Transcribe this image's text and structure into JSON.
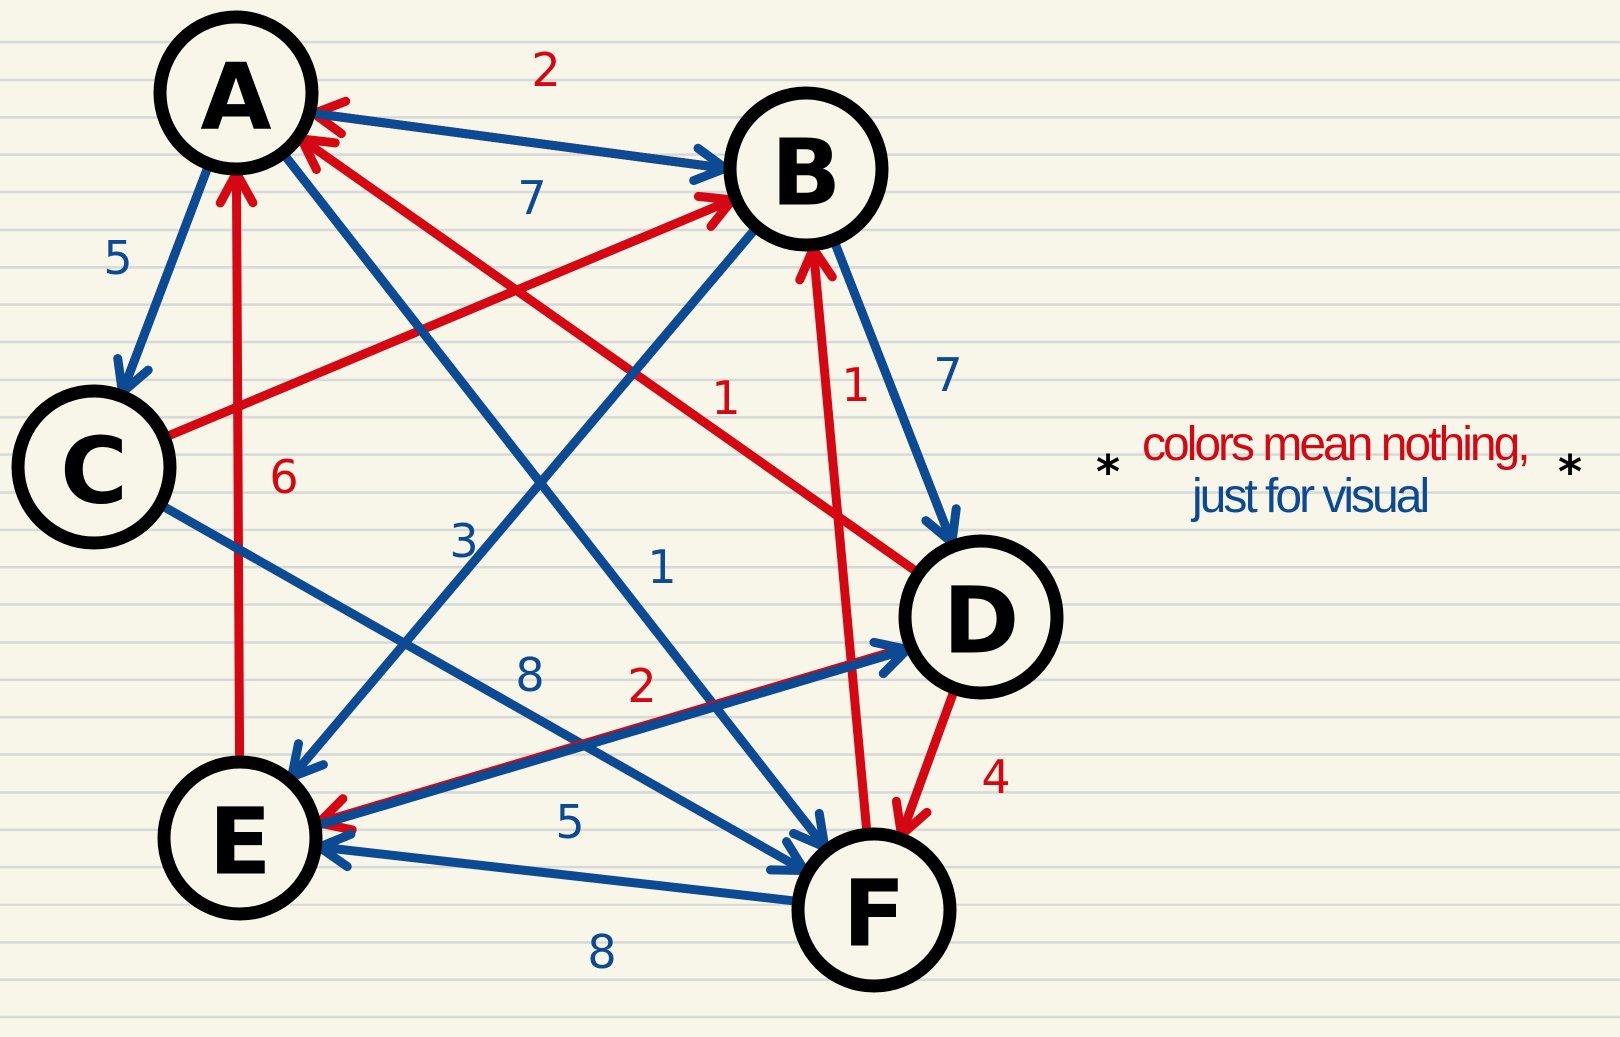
{
  "colors": {
    "red": "#d40712",
    "blue": "#0c4a94",
    "node_stroke": "#000000",
    "paper": "#f8f6e8",
    "rule_line": "#d6d9d8"
  },
  "nodes": [
    {
      "id": "A",
      "label": "A"
    },
    {
      "id": "B",
      "label": "B"
    },
    {
      "id": "C",
      "label": "C"
    },
    {
      "id": "D",
      "label": "D"
    },
    {
      "id": "E",
      "label": "E"
    },
    {
      "id": "F",
      "label": "F"
    }
  ],
  "edges": [
    {
      "from": "B",
      "to": "A",
      "weight": "2",
      "color": "red"
    },
    {
      "from": "A",
      "to": "B",
      "weight": "7",
      "color": "blue"
    },
    {
      "from": "A",
      "to": "C",
      "weight": "5",
      "color": "blue"
    },
    {
      "from": "E",
      "to": "A",
      "weight": "6",
      "color": "red"
    },
    {
      "from": "C",
      "to": "B",
      "weight": "",
      "color": "red"
    },
    {
      "from": "D",
      "to": "A",
      "weight": "1",
      "color": "red"
    },
    {
      "from": "A",
      "to": "F",
      "weight": "1",
      "color": "blue"
    },
    {
      "from": "B",
      "to": "E",
      "weight": "3",
      "color": "blue"
    },
    {
      "from": "F",
      "to": "B",
      "weight": "1",
      "color": "red"
    },
    {
      "from": "B",
      "to": "D",
      "weight": "7",
      "color": "blue"
    },
    {
      "from": "C",
      "to": "F",
      "weight": "8",
      "color": "blue"
    },
    {
      "from": "D",
      "to": "E",
      "weight": "2",
      "color": "red"
    },
    {
      "from": "E",
      "to": "D",
      "weight": "5",
      "color": "blue"
    },
    {
      "from": "D",
      "to": "F",
      "weight": "4",
      "color": "red"
    },
    {
      "from": "F",
      "to": "E",
      "weight": "8",
      "color": "blue"
    }
  ],
  "note": {
    "star": "*",
    "line1": "colors mean nothing,",
    "line2": "just for visual"
  }
}
